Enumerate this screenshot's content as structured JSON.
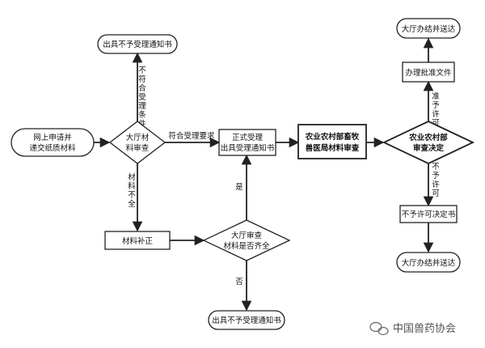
{
  "nodes": {
    "online_apply": [
      "网上申请并",
      "递交纸质材料"
    ],
    "hall_review": [
      "大厅材",
      "料审查"
    ],
    "reject_top": "出具不予受理通知书",
    "formal_accept": [
      "正式受理",
      "出具受理通知书"
    ],
    "ministry_review": [
      "农业农村部畜牧",
      "兽医局材料审查"
    ],
    "ministry_decision": [
      "农业农村部",
      "审查决定"
    ],
    "approve_docs": "办理批准文件",
    "deliver_top": "大厅办结并送达",
    "material_supplement": "材料补正",
    "hall_check_complete": [
      "大厅审查",
      "材料是否齐全"
    ],
    "reject_bottom": "出具不予受理通知书",
    "deny_decision": "不予许可决定书",
    "deliver_bottom": "大厅办结并送达"
  },
  "edge_labels": {
    "not_meet": "不符合受理条件",
    "meet": "符合受理要求",
    "incomplete": "材料不全",
    "yes": "是",
    "no": "否",
    "approve": "准予许可",
    "deny": "不予许可"
  },
  "watermark": "中国兽药协会"
}
